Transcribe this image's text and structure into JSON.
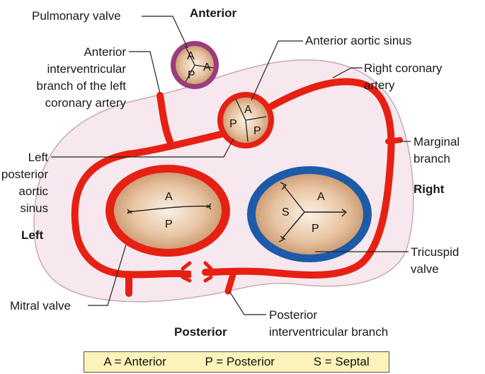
{
  "labels": {
    "anterior": "Anterior",
    "posterior": "Posterior",
    "left": "Left",
    "right": "Right",
    "pulmonary_valve": "Pulmonary valve",
    "anterior_aortic_sinus": "Anterior aortic sinus",
    "aiv_line1": "Anterior",
    "aiv_line2": "interventricular",
    "aiv_line3": "branch of the left",
    "aiv_line4": "coronary artery",
    "rca_line1": "Right coronary",
    "rca_line2": "artery",
    "marginal_line1": "Marginal",
    "marginal_line2": "branch",
    "lpas_line1": "Left",
    "lpas_line2": "posterior",
    "lpas_line3": "aortic",
    "lpas_line4": "sinus",
    "tricuspid_line1": "Tricuspid",
    "tricuspid_line2": "valve",
    "mitral_valve": "Mitral valve",
    "piv_line1": "Posterior",
    "piv_line2": "interventricular branch"
  },
  "valve_letters": {
    "pulm_a1": "A",
    "pulm_a2": "A",
    "pulm_p": "P",
    "aortic_a": "A",
    "aortic_p1": "P",
    "aortic_p2": "P",
    "mitral_a": "A",
    "mitral_p": "P",
    "tricuspid_s": "S",
    "tricuspid_a": "A",
    "tricuspid_p": "P"
  },
  "legend": {
    "anterior": "A = Anterior",
    "posterior": "P = Posterior",
    "septal": "S = Septal"
  },
  "colors": {
    "artery": "#e62012",
    "pulmonary_ring": "#9b3c7e",
    "tricuspid_ring": "#1d5aa8",
    "valve_tissue": "#d9ad86",
    "heart_fill": "#f6e8ee",
    "legend_bg": "#fbf3b9"
  }
}
